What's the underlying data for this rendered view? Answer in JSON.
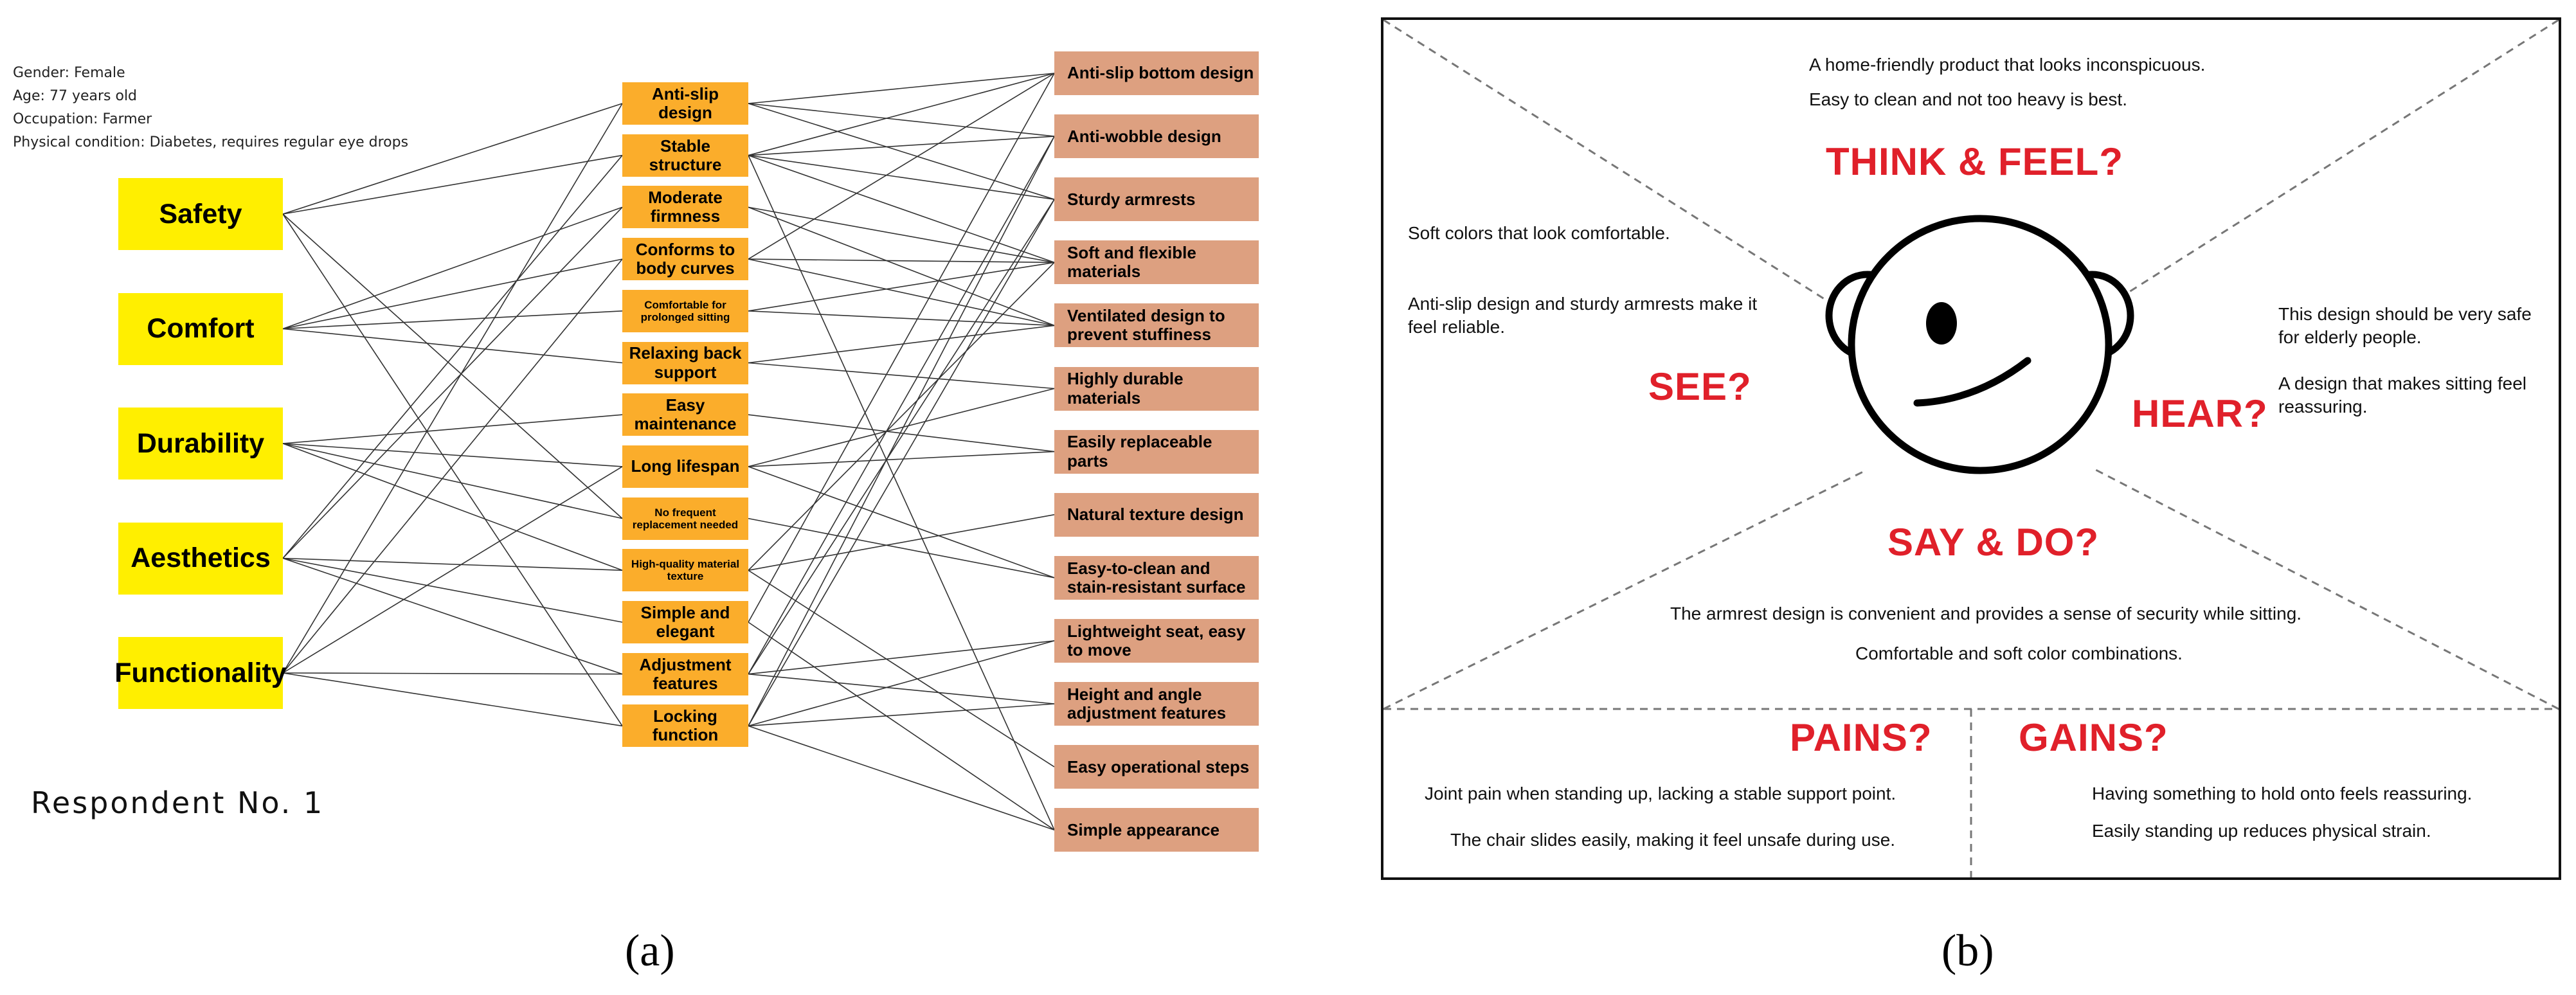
{
  "panel_a": {
    "profile": [
      "Gender: Female",
      "Age: 77 years old",
      "Occupation: Farmer",
      "Physical condition: Diabetes, requires regular eye drops"
    ],
    "respondent": "Respondent No. 1",
    "caption": "(a)",
    "criteria": [
      "Safety",
      "Comfort",
      "Durability",
      "Aesthetics",
      "Functionality"
    ],
    "requirements": [
      "Anti-slip design",
      "Stable structure",
      "Moderate firmness",
      "Conforms to body curves",
      "Comfortable for prolonged sitting",
      "Relaxing back support",
      "Easy maintenance",
      "Long lifespan",
      "No frequent replacement needed",
      "High-quality material texture",
      "Simple and elegant",
      "Adjustment features",
      "Locking function"
    ],
    "features": [
      "Anti-slip bottom design",
      "Anti-wobble design",
      "Sturdy armrests",
      "Soft and flexible materials",
      "Ventilated design to prevent stuffiness",
      "Highly durable materials",
      "Easily replaceable parts",
      "Natural texture design",
      "Easy-to-clean and stain-resistant surface",
      "Lightweight seat, easy to move",
      "Height and angle adjustment features",
      "Easy operational steps",
      "Simple appearance"
    ],
    "links_criteria_to_requirements": [
      [
        0,
        0
      ],
      [
        0,
        1
      ],
      [
        0,
        8
      ],
      [
        0,
        12
      ],
      [
        1,
        2
      ],
      [
        1,
        3
      ],
      [
        1,
        4
      ],
      [
        1,
        5
      ],
      [
        2,
        6
      ],
      [
        2,
        7
      ],
      [
        2,
        8
      ],
      [
        2,
        9
      ],
      [
        3,
        1
      ],
      [
        3,
        2
      ],
      [
        3,
        9
      ],
      [
        3,
        10
      ],
      [
        3,
        11
      ],
      [
        4,
        0
      ],
      [
        4,
        3
      ],
      [
        4,
        7
      ],
      [
        4,
        11
      ],
      [
        4,
        12
      ]
    ],
    "links_requirements_to_features": [
      [
        0,
        0
      ],
      [
        0,
        1
      ],
      [
        0,
        2
      ],
      [
        1,
        0
      ],
      [
        1,
        1
      ],
      [
        1,
        2
      ],
      [
        1,
        3
      ],
      [
        1,
        12
      ],
      [
        2,
        3
      ],
      [
        2,
        4
      ],
      [
        3,
        3
      ],
      [
        3,
        4
      ],
      [
        3,
        0
      ],
      [
        4,
        4
      ],
      [
        4,
        3
      ],
      [
        5,
        4
      ],
      [
        5,
        5
      ],
      [
        6,
        6
      ],
      [
        7,
        5
      ],
      [
        7,
        8
      ],
      [
        7,
        6
      ],
      [
        8,
        8
      ],
      [
        9,
        7
      ],
      [
        9,
        3
      ],
      [
        9,
        11
      ],
      [
        10,
        12
      ],
      [
        10,
        0
      ],
      [
        11,
        10
      ],
      [
        11,
        9
      ],
      [
        11,
        2
      ],
      [
        11,
        1
      ],
      [
        12,
        10
      ],
      [
        12,
        9
      ],
      [
        12,
        2
      ],
      [
        12,
        1
      ],
      [
        12,
        12
      ]
    ]
  },
  "panel_b": {
    "caption": "(b)",
    "headings": {
      "think": "THINK & FEEL?",
      "see": "SEE?",
      "hear": "HEAR?",
      "say": "SAY & DO?",
      "pains": "PAINS?",
      "gains": "GAINS?"
    },
    "think": [
      "A home-friendly product that looks inconspicuous.",
      "Easy to clean and not too heavy is best."
    ],
    "see": [
      "Soft colors that look comfortable.",
      "Anti-slip design and sturdy armrests make it feel reliable."
    ],
    "hear": [
      "This design should be very safe for elderly people.",
      "A design that makes sitting feel reassuring."
    ],
    "say": [
      "The armrest design is convenient and provides a sense of security while sitting.",
      "Comfortable and soft color combinations."
    ],
    "pains": [
      "Joint pain when standing up, lacking a stable support point.",
      "The chair slides easily, making it feel unsafe during use."
    ],
    "gains": [
      "Having something to hold onto feels reassuring.",
      "Easily standing up reduces physical strain."
    ],
    "colors": {
      "heading": "#e0202a",
      "criteria_box": "#ffef00",
      "requirement_box": "#fbad2b",
      "feature_box": "#dda080"
    }
  }
}
